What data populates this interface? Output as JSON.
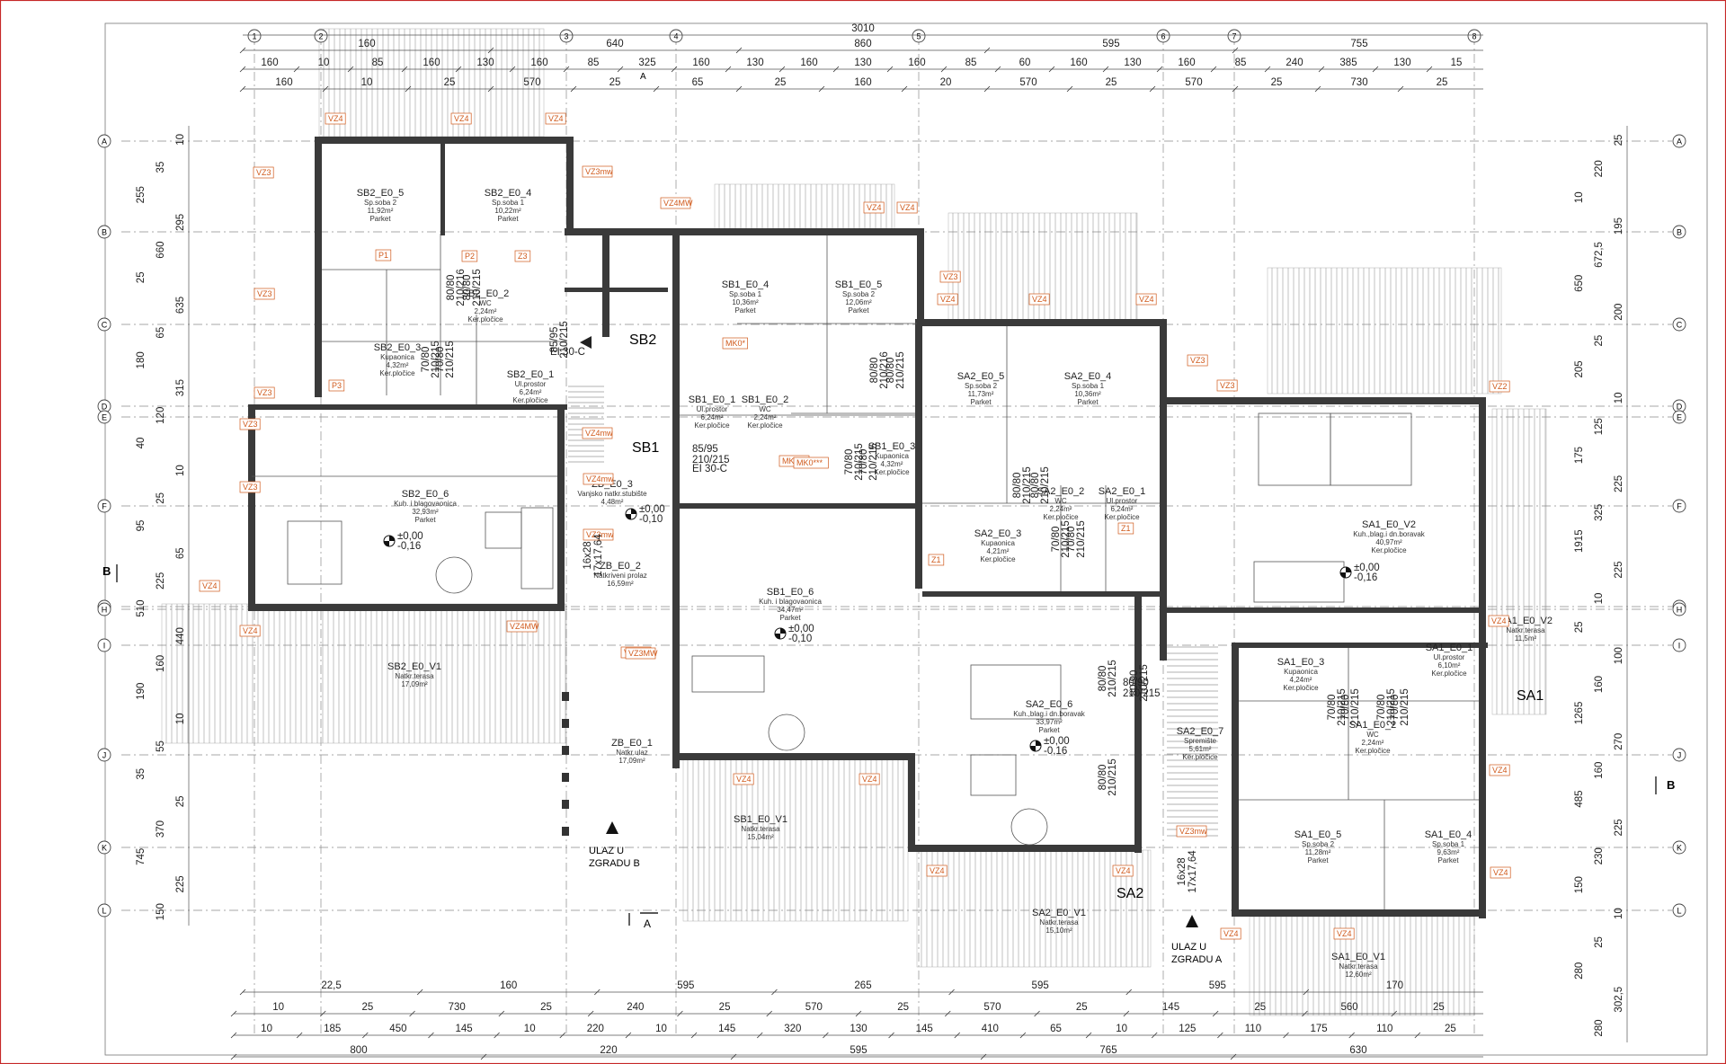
{
  "grid_cols": [
    "1",
    "2",
    "3",
    "4",
    "5",
    "6",
    "7",
    "8"
  ],
  "grid_rows": [
    "A",
    "B",
    "C",
    "D",
    "E",
    "F",
    "G",
    "H",
    "I",
    "J",
    "K",
    "L"
  ],
  "top_dims": {
    "overall": "3010",
    "row1": [
      "160",
      "640",
      "860",
      "595",
      "755"
    ],
    "row2": [
      "160",
      "10",
      "85",
      "160",
      "130",
      "160",
      "85",
      "325",
      "160",
      "130",
      "160",
      "130",
      "160",
      "85",
      "60",
      "160",
      "130",
      "160",
      "85",
      "240",
      "385",
      "130",
      "15"
    ],
    "row3": [
      "160",
      "10",
      "25",
      "570",
      "25",
      "65",
      "25",
      "160",
      "20",
      "570",
      "25",
      "570",
      "25",
      "730",
      "25"
    ]
  },
  "bottom_dims": {
    "row1": [
      "22,5",
      "160",
      "595",
      "265",
      "595",
      "595",
      "170"
    ],
    "row2": [
      "10",
      "25",
      "730",
      "25",
      "240",
      "25",
      "570",
      "25",
      "570",
      "25",
      "145",
      "25",
      "560",
      "25"
    ],
    "row3": [
      "10",
      "185",
      "450",
      "145",
      "10",
      "220",
      "10",
      "145",
      "320",
      "130",
      "145",
      "410",
      "65",
      "10",
      "125",
      "110",
      "175",
      "110",
      "25"
    ],
    "row4": [
      "800",
      "220",
      "595",
      "765",
      "630"
    ]
  },
  "left_dims": [
    "10",
    "35",
    "255",
    "295",
    "660",
    "25",
    "635",
    "65",
    "180",
    "315",
    "120",
    "40",
    "10",
    "25",
    "95",
    "65",
    "225",
    "510",
    "440",
    "160",
    "190",
    "10",
    "55",
    "35",
    "25",
    "370",
    "745",
    "225",
    "150"
  ],
  "right_dims": [
    "25",
    "220",
    "10",
    "195",
    "672,5",
    "650",
    "200",
    "25",
    "205",
    "10",
    "125",
    "175",
    "225",
    "325",
    "1915",
    "225",
    "10",
    "25",
    "100",
    "160",
    "1265",
    "270",
    "160",
    "485",
    "225",
    "230",
    "150",
    "10",
    "25",
    "280",
    "302,5",
    "280"
  ],
  "rooms": [
    {
      "name": "SB2_E0_5",
      "sub": "Sp.soba 2",
      "area": "11,92m²",
      "floor": "Parket"
    },
    {
      "name": "SB2_E0_4",
      "sub": "Sp.soba 1",
      "area": "10,22m²",
      "floor": "Parket"
    },
    {
      "name": "SB2_E0_2",
      "sub": "WC",
      "area": "2,24m²",
      "floor": "Ker.pločice"
    },
    {
      "name": "SB2_E0_3",
      "sub": "Kupaonica",
      "area": "4,32m²",
      "floor": "Ker.pločice"
    },
    {
      "name": "SB2_E0_1",
      "sub": "Ul.prostor",
      "area": "6,24m²",
      "floor": "Ker.pločice"
    },
    {
      "name": "SB2_E0_6",
      "sub": "Kuh. i blagovaonica",
      "area": "32,93m²",
      "floor": "Parket"
    },
    {
      "name": "SB2_E0_V1",
      "sub": "Natkr.terasa",
      "area": "17,09m²",
      "floor": ""
    },
    {
      "name": "SB1_E0_4",
      "sub": "Sp.soba 1",
      "area": "10,36m²",
      "floor": "Parket"
    },
    {
      "name": "SB1_E0_5",
      "sub": "Sp.soba 2",
      "area": "12,06m²",
      "floor": "Parket"
    },
    {
      "name": "SB1_E0_1",
      "sub": "Ul.prostor",
      "area": "6,24m²",
      "floor": "Ker.pločice"
    },
    {
      "name": "SB1_E0_2",
      "sub": "WC",
      "area": "2,24m²",
      "floor": "Ker.pločice"
    },
    {
      "name": "SB1_E0_3",
      "sub": "Kupaonica",
      "area": "4,32m²",
      "floor": "Ker.pločice"
    },
    {
      "name": "SB1_E0_6",
      "sub": "Kuh. i blagovaonica",
      "area": "34,47m²",
      "floor": "Parket"
    },
    {
      "name": "SB1_E0_V1",
      "sub": "Natkr.terasa",
      "area": "15,04m²",
      "floor": ""
    },
    {
      "name": "ZB_E0_3",
      "sub": "Vanjsko natkr.stubište",
      "area": "4,48m²",
      "floor": ""
    },
    {
      "name": "ZB_E0_2",
      "sub": "Natkriveni prolaz",
      "area": "16,59m²",
      "floor": ""
    },
    {
      "name": "ZB_E0_1",
      "sub": "Natkr.ulaz",
      "area": "17,09m²",
      "floor": ""
    },
    {
      "name": "SA2_E0_5",
      "sub": "Sp.soba 2",
      "area": "11,73m²",
      "floor": "Parket"
    },
    {
      "name": "SA2_E0_4",
      "sub": "Sp.soba 1",
      "area": "10,36m²",
      "floor": "Parket"
    },
    {
      "name": "SA2_E0_2",
      "sub": "WC",
      "area": "2,24m²",
      "floor": "Ker.pločice"
    },
    {
      "name": "SA2_E0_1",
      "sub": "Ul.prostor",
      "area": "6,24m²",
      "floor": "Ker.pločice"
    },
    {
      "name": "SA2_E0_3",
      "sub": "Kupaonica",
      "area": "4,21m²",
      "floor": "Ker.pločice"
    },
    {
      "name": "SA2_E0_6",
      "sub": "Kuh.,blag.i dn.boravak",
      "area": "33,97m²",
      "floor": "Parket"
    },
    {
      "name": "SA2_E0_7",
      "sub": "Spremište",
      "area": "5,61m²",
      "floor": "Ker.pločice"
    },
    {
      "name": "SA2_E0_V1",
      "sub": "Natkr.terasa",
      "area": "15,10m²",
      "floor": ""
    },
    {
      "name": "SA1_E0_V2",
      "sub": "Kuh.,blag.i dn.boravak",
      "area": "40,97m²",
      "floor": "Ker.pločice"
    },
    {
      "name": "SA1_E0_3",
      "sub": "Kupaonica",
      "area": "4,24m²",
      "floor": "Ker.pločice"
    },
    {
      "name": "SA1_E0_1",
      "sub": "Ul.prostor",
      "area": "6,10m²",
      "floor": "Ker.pločice"
    },
    {
      "name": "SA1_E0_2",
      "sub": "WC",
      "area": "2,24m²",
      "floor": "Ker.pločice"
    },
    {
      "name": "SA1_E0_5",
      "sub": "Sp.soba 2",
      "area": "11,28m²",
      "floor": "Parket"
    },
    {
      "name": "SA1_E0_4",
      "sub": "Sp.soba 1",
      "area": "9,63m²",
      "floor": "Parket"
    },
    {
      "name": "SA1_E0_V1",
      "sub": "Natkr.terasa",
      "area": "12,60m²",
      "floor": ""
    },
    {
      "name": "SA1_E0_V2",
      "sub": "Natkr.terasa",
      "area": "11,5m²",
      "floor": ""
    }
  ],
  "unit_labels": [
    "SB2",
    "SB1",
    "SA2",
    "SA1"
  ],
  "entrances": [
    {
      "l1": "ULAZ U",
      "l2": "ZGRADU B"
    },
    {
      "l1": "ULAZ U",
      "l2": "ZGRADU A"
    }
  ],
  "section_markers": [
    "A",
    "A",
    "B",
    "B"
  ],
  "level_text": [
    "±0,00",
    "-0,16",
    "±0,00",
    "-0,10",
    "±0,00",
    "-0,10",
    "±0,00",
    "-0,16",
    "±0,00",
    "-0,16"
  ],
  "door_labels": [
    "80/80",
    "210/216",
    "80/80",
    "210/215",
    "70/80",
    "210/215",
    "85/95",
    "210/215",
    "EI 30-C",
    "80/90",
    "210/215",
    "16x28",
    "17x17,64"
  ],
  "window_tags": [
    "VZ4",
    "VZ3",
    "VZ3mw",
    "VZ4mw",
    "VZ3MW",
    "VZ4MW",
    "VZ2",
    "P1",
    "P2",
    "P3",
    "Z1",
    "Z3",
    "MK0*",
    "MK0**",
    "MK0***"
  ],
  "colors": {
    "wall": "#3a3a3a",
    "tag": "#d05a1c",
    "frame": "#c62828",
    "line": "#555555"
  }
}
